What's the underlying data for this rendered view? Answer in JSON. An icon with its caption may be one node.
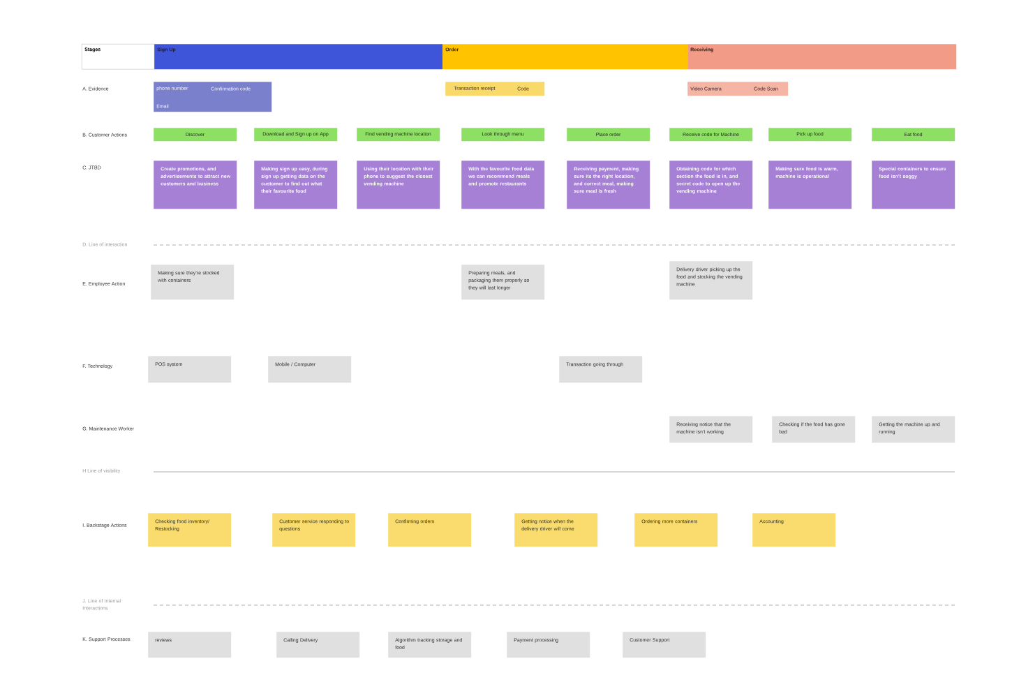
{
  "diagram": {
    "nodes": [
      {
        "text": [
          "Stages"
        ]
      },
      {
        "text": [
          "Sign Up"
        ]
      },
      {
        "text": [
          "Order"
        ]
      },
      {
        "text": [
          "Receiving"
        ]
      },
      {
        "text": [
          "phone number",
          "Confirmation code",
          "Email"
        ]
      },
      {
        "text": [
          "Transaction receipt",
          "Code"
        ]
      },
      {
        "text": [
          "Video Camera",
          "Code Scan"
        ]
      },
      {
        "text": [
          "Discover"
        ]
      },
      {
        "text": [
          "Download and Sign up on App"
        ]
      },
      {
        "text": [
          "Find vending machine location"
        ]
      },
      {
        "text": [
          "Look through menu"
        ]
      },
      {
        "text": [
          "Place order"
        ]
      },
      {
        "text": [
          "Receive code for Machine"
        ]
      },
      {
        "text": [
          "Pick up food"
        ]
      },
      {
        "text": [
          "Eat food"
        ]
      },
      {
        "text": [
          "Create promotions, and advertisements to attract new customers and business"
        ]
      },
      {
        "text": [
          "Making sign up easy, during sign up getting data on the customer to find out what their favourite food"
        ]
      },
      {
        "text": [
          "Using their location with their phone to suggest the closest vending machine"
        ]
      },
      {
        "text": [
          "With the favourite food data we can recommend meals and promote restaurants"
        ]
      },
      {
        "text": [
          "Receiving payment, making sure its the right location, and correct meal, making sure meal is fresh"
        ]
      },
      {
        "text": [
          "Obtaining code for which section the food is in, and secret code to open up the vending machine"
        ]
      },
      {
        "text": [
          "Making sure food is warm, machine is operational"
        ]
      },
      {
        "text": [
          "Special containers to ensure food isn’t soggy"
        ]
      },
      {
        "text": [
          "Making sure they’re stocked with containers"
        ]
      },
      {
        "text": [
          "Preparing meals, and packaging them properly so they will last longer"
        ]
      },
      {
        "text": [
          "Delivery driver picking up the food and stocking the vending machine"
        ]
      },
      {
        "text": [
          "POS system"
        ]
      },
      {
        "text": [
          "Mobile / Computer"
        ]
      },
      {
        "text": [
          "Transaction going through"
        ]
      },
      {
        "text": [
          "Receiving notice that the machine isn’t working"
        ]
      },
      {
        "text": [
          "Checking if the food has gone bad"
        ]
      },
      {
        "text": [
          "Getting the machine up and running"
        ]
      },
      {
        "text": [
          "Checking food inventory/ Restocking"
        ]
      },
      {
        "text": [
          "Customer service responding to questions"
        ]
      },
      {
        "text": [
          "Confirming orders"
        ]
      },
      {
        "text": [
          "Getting notice when the delivery driver will come"
        ]
      },
      {
        "text": [
          "Ordering more containers"
        ]
      },
      {
        "text": [
          "Accounting"
        ]
      },
      {
        "text": [
          "reviews"
        ]
      },
      {
        "text": [
          "Calling Delivery"
        ]
      },
      {
        "text": [
          "Algorithm tracking storage and food"
        ]
      },
      {
        "text": [
          "Payment processing"
        ]
      },
      {
        "text": [
          "Customer Support"
        ]
      }
    ],
    "labels": [
      "A. Evidence",
      "B. Customer Actions",
      "C. JTBD",
      "D. Line of interaction",
      "E. Employee Action",
      "F. Technology",
      "G. Maintenance Worker",
      "H Line of visibility",
      "I. Backstage Actions",
      "J. Line of Internal Interactions",
      "K. Support Processes"
    ]
  }
}
